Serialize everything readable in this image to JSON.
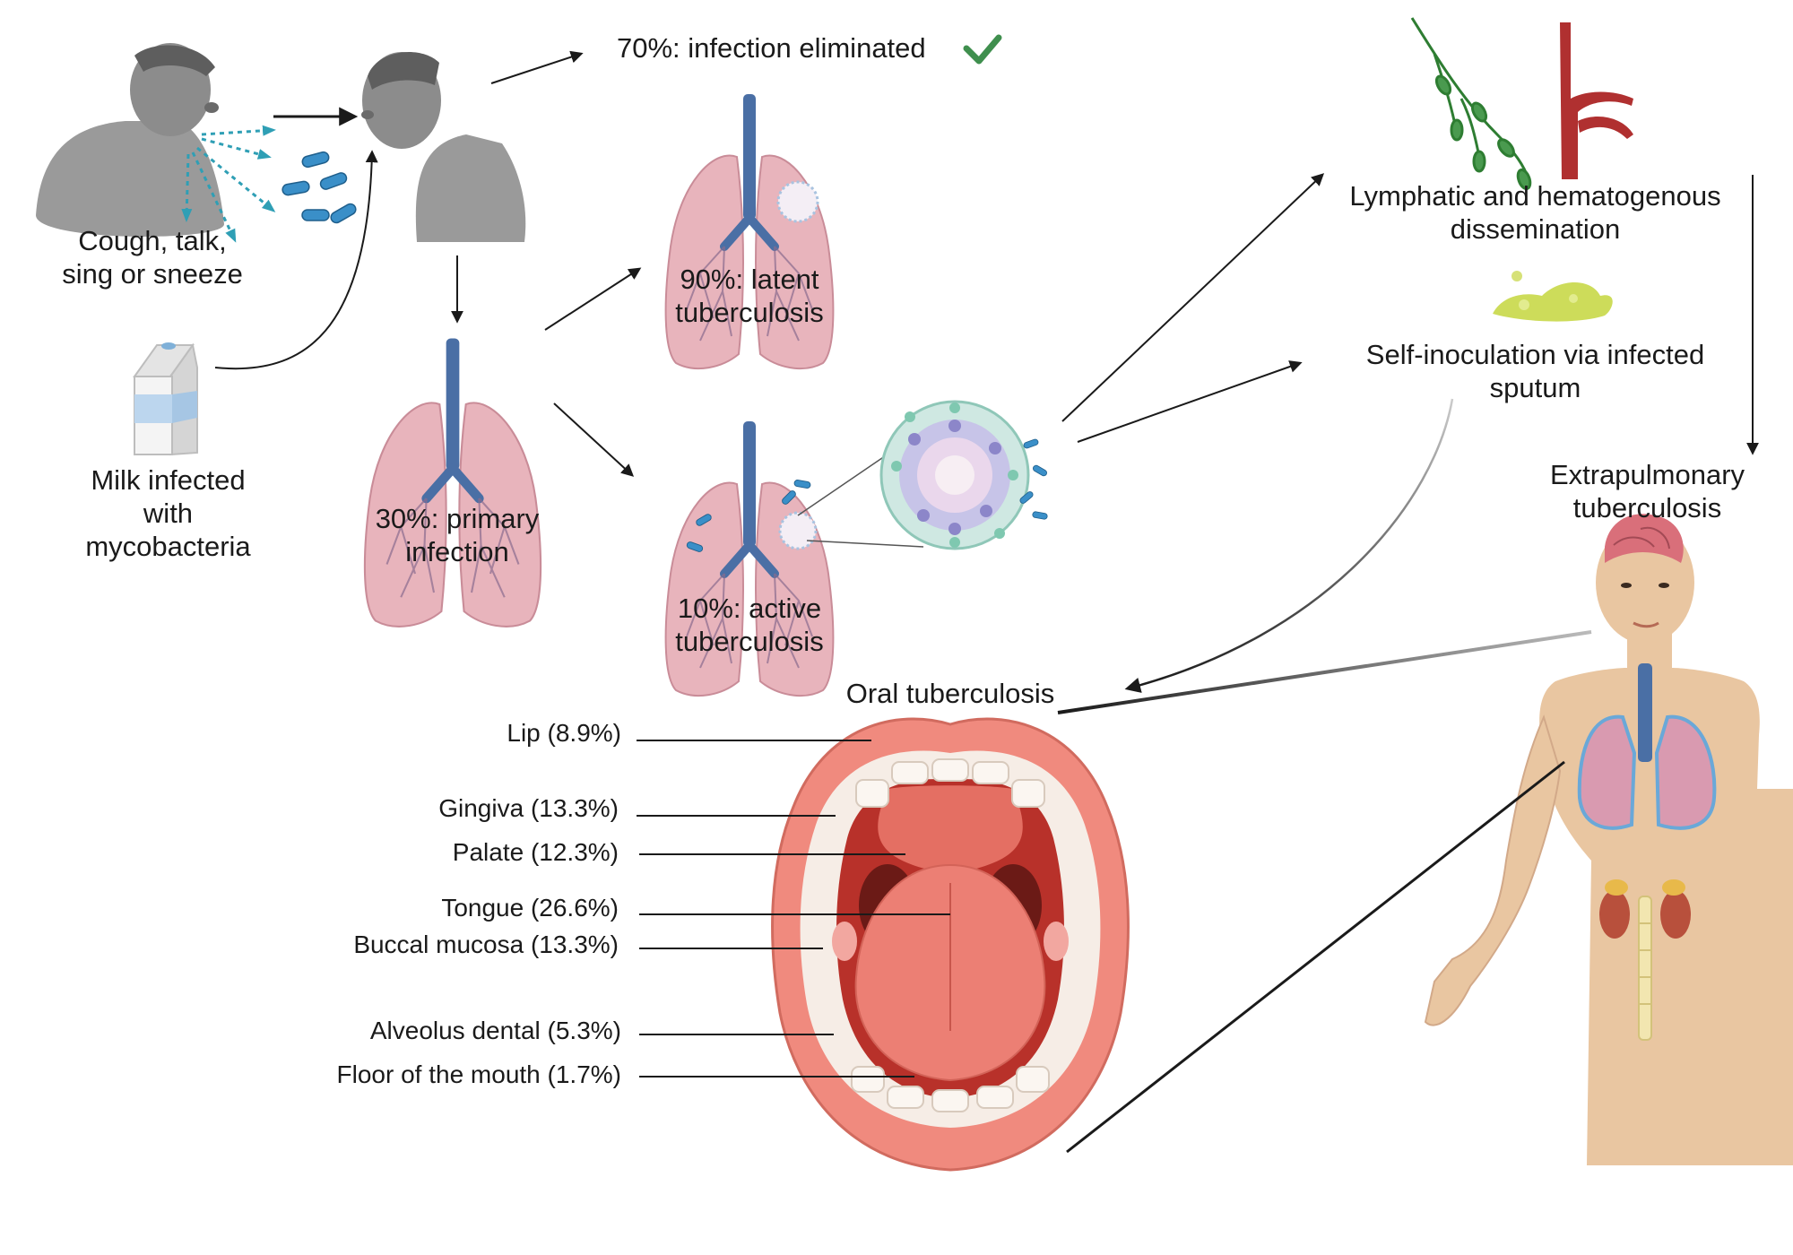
{
  "colors": {
    "lung": "#e8b4bc",
    "lung_edge": "#c98c98",
    "trachea": "#4a6fa5",
    "bacteria": "#3a8fc8",
    "check": "#3f8f4e",
    "lymph": "#2e7d32",
    "vessel": "#b03030",
    "sputum": "#cddc5a",
    "skin": "#e9c6a1",
    "lip": "#f08a7e",
    "mouth_inner": "#b8312a",
    "tongue": "#ec7f74",
    "teeth": "#f6ede6",
    "milk_blue": "#bcd6ee"
  },
  "labels": {
    "transmission": [
      "Cough, talk,",
      "sing or sneeze"
    ],
    "milk": [
      "Milk infected",
      "with",
      "mycobacteria"
    ],
    "primary": [
      "30%: primary",
      "infection"
    ],
    "eliminated": "70%: infection eliminated",
    "latent": [
      "90%: latent",
      "tuberculosis"
    ],
    "active": [
      "10%: active",
      "tuberculosis"
    ],
    "dissemination": [
      "Lymphatic and hematogenous",
      "dissemination"
    ],
    "self_inoculation": [
      "Self-inoculation via infected",
      "sputum"
    ],
    "extrapulmonary": [
      "Extrapulmonary",
      "tuberculosis"
    ],
    "oral": "Oral tuberculosis"
  },
  "oral_sites": [
    {
      "label": "Lip (8.9%)"
    },
    {
      "label": "Gingiva (13.3%)"
    },
    {
      "label": "Palate (12.3%)"
    },
    {
      "label": "Tongue (26.6%)"
    },
    {
      "label": "Buccal mucosa (13.3%)"
    },
    {
      "label": "Alveolus dental (5.3%)"
    },
    {
      "label": "Floor of the mouth (1.7%)"
    }
  ],
  "icons": [
    "person-coughing-icon",
    "person-inhaling-icon",
    "bacteria-icon",
    "milk-carton-icon",
    "lungs-icon",
    "granuloma-icon",
    "lymphatic-vessel-icon",
    "blood-vessel-icon",
    "sputum-icon",
    "check-icon",
    "open-mouth-icon",
    "human-body-icon"
  ]
}
